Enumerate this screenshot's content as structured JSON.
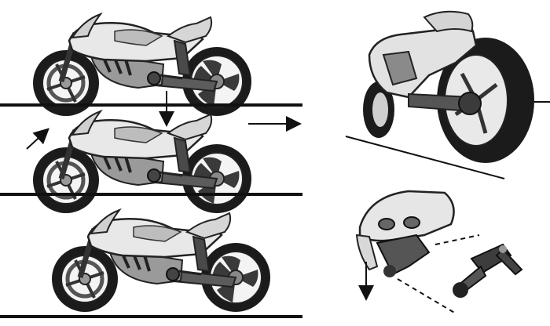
{
  "colors": {
    "background": "#ffffff",
    "ink": "#111111",
    "tire": "#1b1b1b",
    "body_light": "#e8e8e8",
    "body_mid": "#b9b9b9",
    "body_dark": "#6f6f6f",
    "chrome": "#d9d9d9"
  },
  "icons": {
    "down_arrow": "arrow-down",
    "forward_arrow": "arrow-right",
    "tilt_arrow": "arrow-up-right"
  }
}
